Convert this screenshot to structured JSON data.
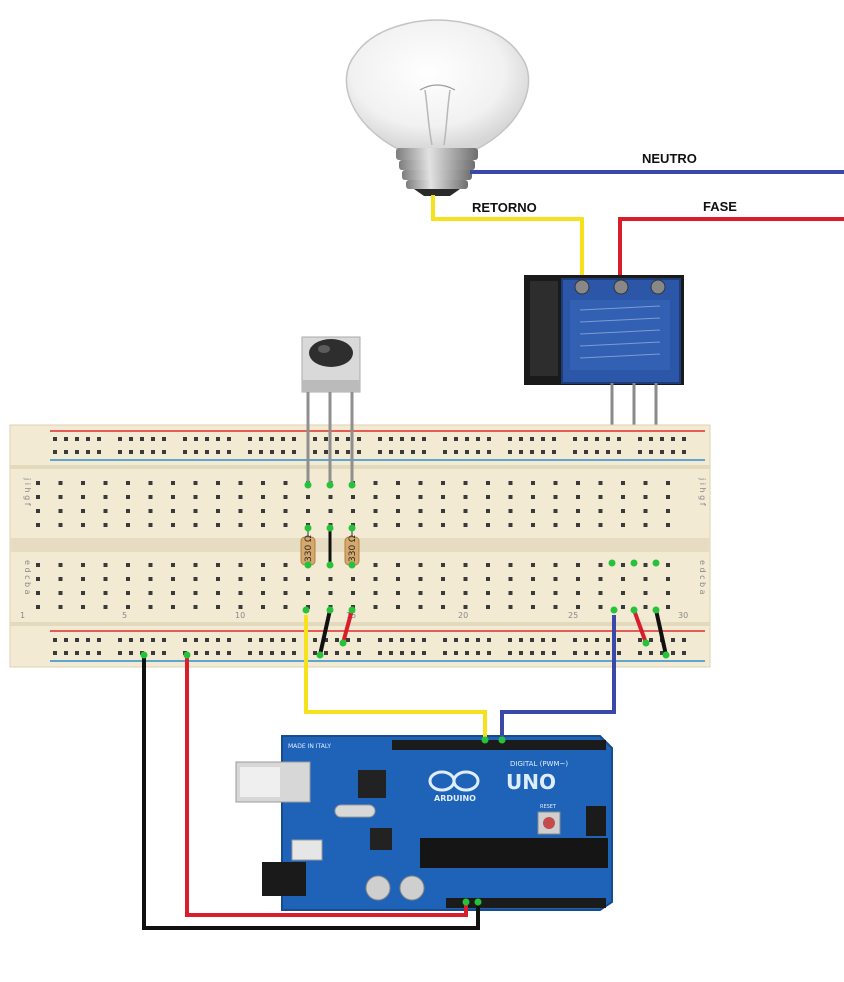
{
  "wire_labels": {
    "neutral": "NEUTRO",
    "return": "RETORNO",
    "phase": "FASE"
  },
  "resistors": [
    {
      "label": "330 Ω"
    },
    {
      "label": "330 Ω"
    }
  ],
  "breadboard": {
    "column_numbers": [
      "1",
      "5",
      "10",
      "15",
      "20",
      "25",
      "30"
    ],
    "row_letters_top": "j i h g f",
    "row_letters_bottom": "e d c b a"
  },
  "arduino": {
    "brand": "ARDUINO",
    "model": "UNO",
    "made_in": "MADE IN ITALY",
    "digital_label": "DIGITAL (PWM~)",
    "reset_label": "RESET"
  },
  "colors": {
    "neutral_wire": "#3a49a8",
    "phase_wire": "#d81e2a",
    "return_wire": "#f6e21c",
    "ground_wire": "#111111",
    "breadboard": "#f3ead3",
    "board": "#1e63b8",
    "relay": "#2c57a8",
    "node": "#27c23c"
  }
}
